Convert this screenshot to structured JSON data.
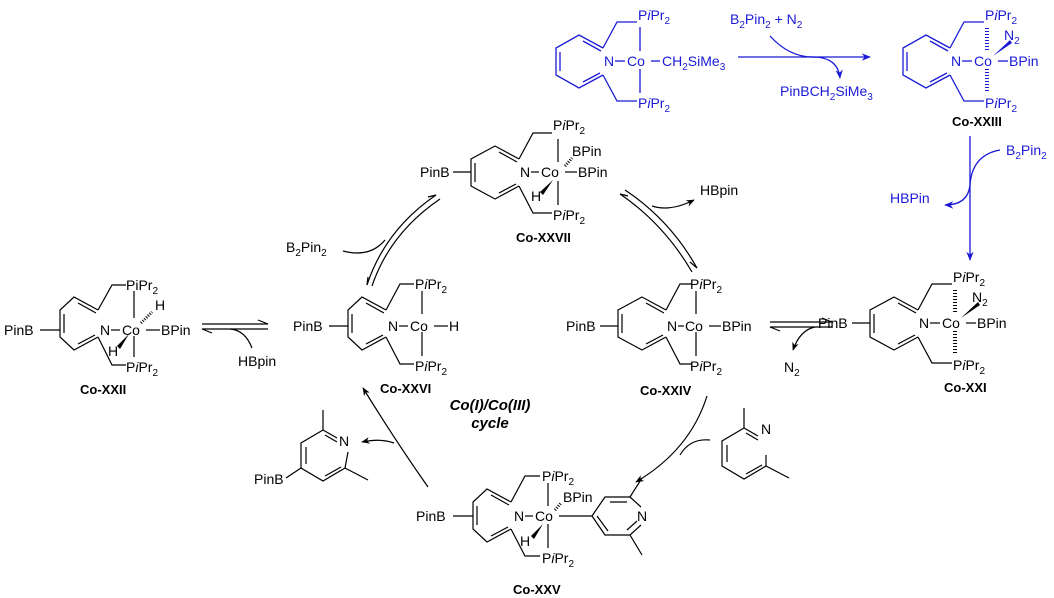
{
  "title": "Co(I)/Co(III) catalytic cycle for pyridine C–H borylation",
  "colors": {
    "cycle": "#000000",
    "activation": "#1a1ad6",
    "background": "#ffffff"
  },
  "cycle_label": {
    "line1": "Co(I)/Co(III)",
    "line2": "cycle"
  },
  "ligand": {
    "phosphine_top": "PiPr2",
    "phosphine_bottom": "PiPr2",
    "pyridine_N": "N",
    "metal": "Co",
    "para_substituent": "PinB"
  },
  "precatalyst": {
    "alkyl": "CH2SiMe3",
    "color_key": "activation"
  },
  "activation": {
    "reagents_in": "B2Pin2 + N2",
    "byproduct_out": "PinBCH2SiMe3",
    "second_reagent_in": "B2Pin2",
    "second_byproduct_out": "HBPin"
  },
  "compounds": [
    {
      "id": "Co-XXIII",
      "ligands": [
        "N2",
        "BPin"
      ],
      "color_key": "activation"
    },
    {
      "id": "Co-XXI",
      "ligands": [
        "PinB",
        "N2",
        "BPin"
      ]
    },
    {
      "id": "Co-XXIV",
      "ligands": [
        "PinB",
        "BPin"
      ]
    },
    {
      "id": "Co-XXVII",
      "ligands": [
        "PinB",
        "BPin",
        "BPin",
        "H"
      ]
    },
    {
      "id": "Co-XXVI",
      "ligands": [
        "PinB",
        "H"
      ]
    },
    {
      "id": "Co-XXII",
      "ligands": [
        "PinB",
        "H",
        "BPin",
        "H"
      ]
    },
    {
      "id": "Co-XXV",
      "ligands": [
        "PinB",
        "BPin",
        "H",
        "2,6-lutidin-4-yl"
      ]
    }
  ],
  "steps": [
    {
      "from": "Co-XXI",
      "to": "Co-XXIV",
      "type": "equilibrium",
      "released": "N2"
    },
    {
      "from": "Co-XXIV",
      "to": "Co-XXVII",
      "type": "equilibrium",
      "released": "HBpin"
    },
    {
      "from": "Co-XXVI",
      "to": "Co-XXVII",
      "type": "equilibrium",
      "added": "B2Pin2"
    },
    {
      "from": "Co-XXVI",
      "to": "Co-XXII",
      "type": "equilibrium",
      "added": "HBpin"
    },
    {
      "from": "Co-XXIV",
      "to": "Co-XXV",
      "type": "forward",
      "added": "2,6-lutidine"
    },
    {
      "from": "Co-XXV",
      "to": "Co-XXVI",
      "type": "forward",
      "released": "4-PinB-2,6-lutidine"
    }
  ],
  "labels": {
    "b2pin2": "B2Pin2",
    "hbpin": "HBpin",
    "hbpin_caps": "HBPin",
    "n2": "N2",
    "bpin": "BPin",
    "pinb": "PinB",
    "h": "H",
    "n": "N",
    "co": "Co"
  }
}
